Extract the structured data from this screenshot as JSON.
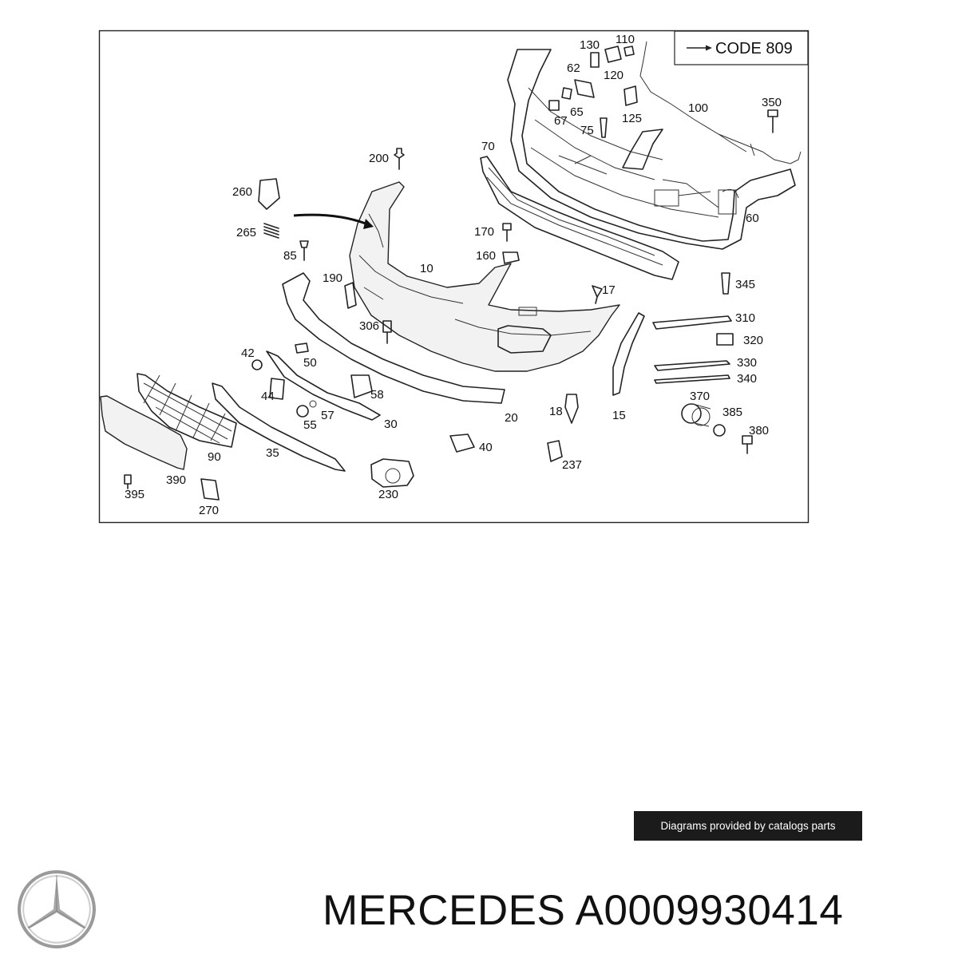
{
  "diagram": {
    "code_label": "CODE 809",
    "callouts": [
      {
        "text": "130"
      },
      {
        "text": "110"
      },
      {
        "text": "120"
      },
      {
        "text": "62"
      },
      {
        "text": "65"
      },
      {
        "text": "67"
      },
      {
        "text": "75"
      },
      {
        "text": "125"
      },
      {
        "text": "100"
      },
      {
        "text": "350"
      },
      {
        "text": "70"
      },
      {
        "text": "200"
      },
      {
        "text": "260"
      },
      {
        "text": "60"
      },
      {
        "text": "265"
      },
      {
        "text": "170"
      },
      {
        "text": "85"
      },
      {
        "text": "160"
      },
      {
        "text": "10"
      },
      {
        "text": "190"
      },
      {
        "text": "345"
      },
      {
        "text": "17"
      },
      {
        "text": "310"
      },
      {
        "text": "306"
      },
      {
        "text": "320"
      },
      {
        "text": "42"
      },
      {
        "text": "330"
      },
      {
        "text": "50"
      },
      {
        "text": "340"
      },
      {
        "text": "44"
      },
      {
        "text": "58"
      },
      {
        "text": "370"
      },
      {
        "text": "57"
      },
      {
        "text": "18"
      },
      {
        "text": "385"
      },
      {
        "text": "55"
      },
      {
        "text": "30"
      },
      {
        "text": "20"
      },
      {
        "text": "15"
      },
      {
        "text": "380"
      },
      {
        "text": "40"
      },
      {
        "text": "90"
      },
      {
        "text": "35"
      },
      {
        "text": "237"
      },
      {
        "text": "390"
      },
      {
        "text": "395"
      },
      {
        "text": "230"
      },
      {
        "text": "270"
      }
    ]
  },
  "credit": "Diagrams provided by catalogs parts",
  "caption": "MERCEDES A0009930414",
  "icons": {
    "logo": "mercedes-star-icon",
    "arrow": "arrow-right-icon"
  },
  "colors": {
    "line": "#222222",
    "credit_bg": "#1b1b1b",
    "credit_text": "#ffffff"
  }
}
